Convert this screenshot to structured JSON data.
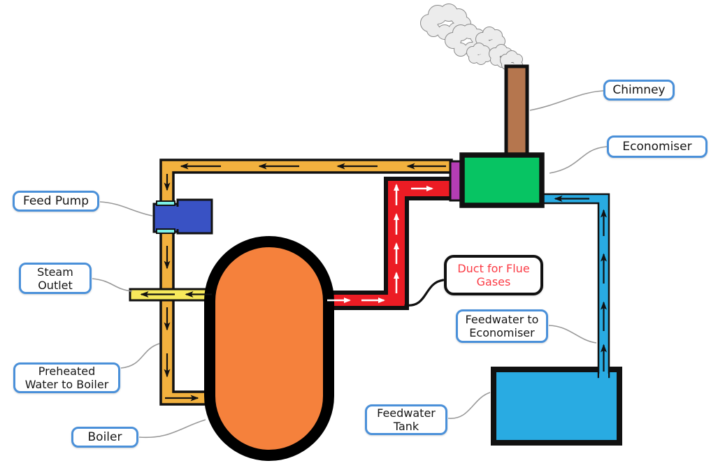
{
  "labels": {
    "chimney": {
      "text": "Chimney"
    },
    "economiser": {
      "text": "Economiser"
    },
    "feed_pump": {
      "text": "Feed Pump"
    },
    "steam_outlet": {
      "line1": "Steam",
      "line2": "Outlet"
    },
    "preheated": {
      "line1": "Preheated",
      "line2": "Water to Boiler"
    },
    "boiler": {
      "text": "Boiler"
    },
    "duct": {
      "line1": "Duct for Flue",
      "line2": "Gases"
    },
    "feedwater_tank": {
      "line1": "Feedwater",
      "line2": "Tank"
    },
    "feedwater_to_economiser": {
      "line1": "Feedwater to",
      "line2": "Economiser"
    }
  },
  "colors": {
    "accent_label_border": "#4A90D9",
    "callout_line": "#999999",
    "duct_label_border": "#111111",
    "duct_label_text": "#FB3A44",
    "pipe_gold": "#F2B13E",
    "pipe_steam_yellow": "#F7E95B",
    "duct_red": "#EC1C24",
    "economiser_green": "#07C463",
    "inlet_purple": "#B43DB4",
    "chimney_brown": "#B5764E",
    "pump_blue": "#3952C4",
    "flange_cyan": "#7CF0E6",
    "water_blue": "#29ABE2",
    "boiler_orange": "#F5813C",
    "smoke_fill": "#ECECEC",
    "smoke_stroke": "#8A8A8A",
    "outline_black": "#111111"
  },
  "components": [
    {
      "name": "boiler",
      "color_key": "boiler_orange"
    },
    {
      "name": "feed-pump",
      "color_key": "pump_blue"
    },
    {
      "name": "economiser",
      "color_key": "economiser_green"
    },
    {
      "name": "chimney",
      "color_key": "chimney_brown"
    },
    {
      "name": "feedwater-tank",
      "color_key": "water_blue"
    },
    {
      "name": "flue-gas-duct",
      "color_key": "duct_red"
    },
    {
      "name": "steam-outlet-pipe",
      "color_key": "pipe_steam_yellow"
    },
    {
      "name": "preheated-water-pipe",
      "color_key": "pipe_gold"
    },
    {
      "name": "feedwater-pipe",
      "color_key": "water_blue"
    }
  ]
}
